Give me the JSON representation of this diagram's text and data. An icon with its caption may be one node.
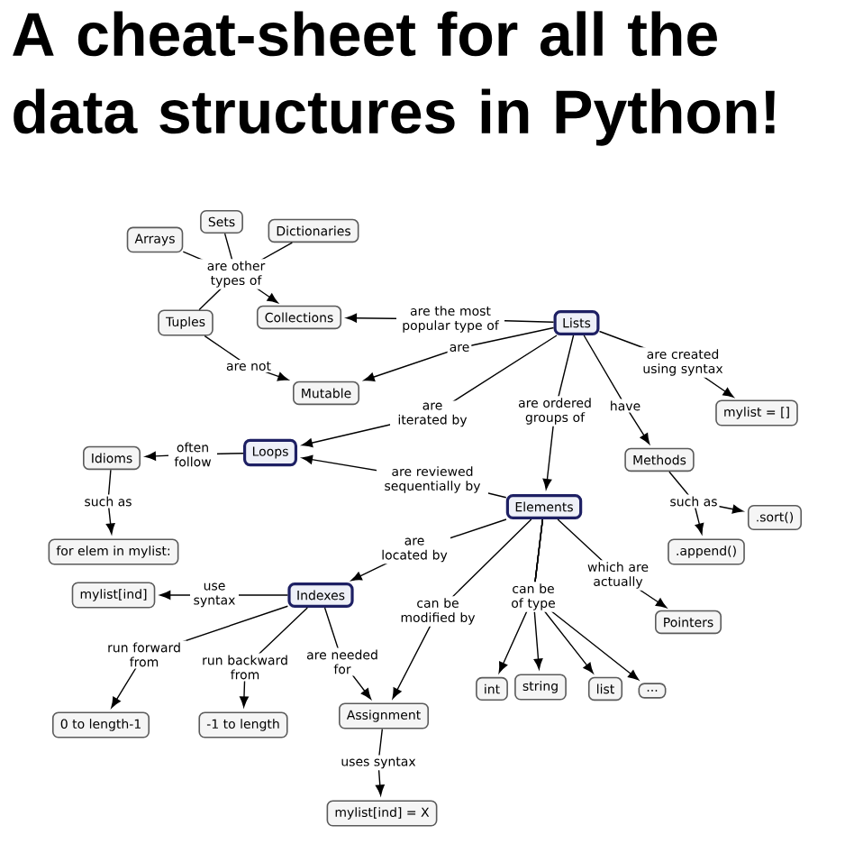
{
  "diagram": {
    "title": "A cheat-sheet for all the data structures in Python!",
    "nodes": [
      {
        "text": [
          "Arrays"
        ]
      },
      {
        "text": [
          "Sets"
        ]
      },
      {
        "text": [
          "Dictionaries"
        ]
      },
      {
        "text": [
          "Tuples"
        ]
      },
      {
        "text": [
          "Collections"
        ]
      },
      {
        "text": [
          "Lists"
        ]
      },
      {
        "text": [
          "Mutable"
        ]
      },
      {
        "text": [
          "mylist = []"
        ]
      },
      {
        "text": [
          "Loops"
        ]
      },
      {
        "text": [
          "Idioms"
        ]
      },
      {
        "text": [
          "for elem in mylist:"
        ]
      },
      {
        "text": [
          "Methods"
        ]
      },
      {
        "text": [
          "Elements"
        ]
      },
      {
        "text": [
          ".sort()"
        ]
      },
      {
        "text": [
          ".append()"
        ]
      },
      {
        "text": [
          "mylist[ind]"
        ]
      },
      {
        "text": [
          "Indexes"
        ]
      },
      {
        "text": [
          "Pointers"
        ]
      },
      {
        "text": [
          "0 to length-1"
        ]
      },
      {
        "text": [
          "-1 to length"
        ]
      },
      {
        "text": [
          "Assignment"
        ]
      },
      {
        "text": [
          "int"
        ]
      },
      {
        "text": [
          "string"
        ]
      },
      {
        "text": [
          "list"
        ]
      },
      {
        "text": [
          "..."
        ]
      },
      {
        "text": [
          "mylist[ind] = X"
        ]
      }
    ],
    "edges": [
      {
        "from": 0,
        "to": 4,
        "arrow": "to",
        "label": "are other types of"
      },
      {
        "from": 1,
        "to": 4,
        "arrow": "to"
      },
      {
        "from": 2,
        "to": 4,
        "arrow": "to"
      },
      {
        "from": 3,
        "to": 4,
        "arrow": "to"
      },
      {
        "from": 3,
        "to": 6,
        "arrow": "to",
        "label": "are not"
      },
      {
        "from": 5,
        "to": 4,
        "arrow": "to",
        "label": "are the most popular type of"
      },
      {
        "from": 5,
        "to": 6,
        "arrow": "to",
        "label": "are"
      },
      {
        "from": 5,
        "to": 8,
        "arrow": "to",
        "label": "are iterated by"
      },
      {
        "from": 5,
        "to": 12,
        "arrow": "to",
        "label": "are ordered groups of"
      },
      {
        "from": 5,
        "to": 11,
        "arrow": "to",
        "label": "have"
      },
      {
        "from": 5,
        "to": 7,
        "arrow": "to",
        "label": "are created using syntax"
      },
      {
        "from": 8,
        "to": 9,
        "arrow": "to",
        "label": "often follow"
      },
      {
        "from": 9,
        "to": 10,
        "arrow": "to",
        "label": "such as"
      },
      {
        "from": 12,
        "to": 8,
        "arrow": "to",
        "label": "are reviewed sequentially by"
      },
      {
        "from": 11,
        "to": 13,
        "arrow": "to",
        "label": "such as"
      },
      {
        "from": 11,
        "to": 14,
        "arrow": "to"
      },
      {
        "from": 12,
        "to": 16,
        "arrow": "to",
        "label": "are located by"
      },
      {
        "from": 12,
        "to": 20,
        "arrow": "to",
        "label": "can be modified by"
      },
      {
        "from": 12,
        "to": 21,
        "arrow": "to",
        "label": "can be of type"
      },
      {
        "from": 12,
        "to": 22,
        "arrow": "to"
      },
      {
        "from": 12,
        "to": 23,
        "arrow": "to"
      },
      {
        "from": 12,
        "to": 24,
        "arrow": "to"
      },
      {
        "from": 12,
        "to": 17,
        "arrow": "to",
        "label": "which are actually"
      },
      {
        "from": 16,
        "to": 15,
        "arrow": "to",
        "label": "use syntax"
      },
      {
        "from": 16,
        "to": 18,
        "arrow": "to",
        "label": "run forward from"
      },
      {
        "from": 16,
        "to": 19,
        "arrow": "to",
        "label": "run backward from"
      },
      {
        "from": 16,
        "to": 20,
        "arrow": "to",
        "label": "are needed for"
      },
      {
        "from": 20,
        "to": 25,
        "arrow": "to",
        "label": "uses syntax"
      }
    ]
  }
}
